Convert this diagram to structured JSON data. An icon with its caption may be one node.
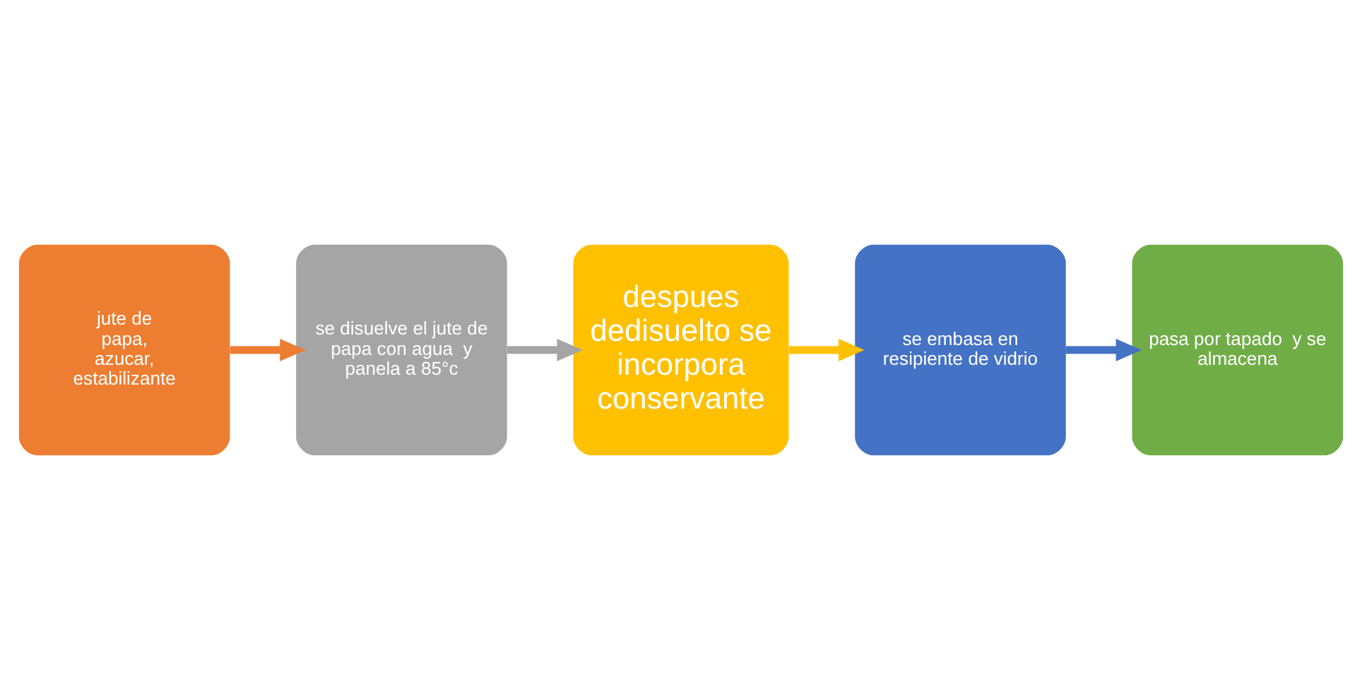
{
  "diagram": {
    "nodes": [
      {
        "text": [
          "jute de papa, azucar, estabilizante"
        ]
      },
      {
        "text": [
          "se disuelve el jute de papa con agua  y panela a 85°c"
        ]
      },
      {
        "text": [
          "despues dedisuelto se incorpora conservante"
        ]
      },
      {
        "text": [
          "se embasa en resipiente de vidrio"
        ]
      },
      {
        "text": [
          "pasa por tapado  y se almacena"
        ]
      }
    ],
    "edges": [
      {
        "from": 0,
        "to": 1,
        "arrow": "to",
        "color": "#ed7d31"
      },
      {
        "from": 1,
        "to": 2,
        "arrow": "to",
        "color": "#a5a5a5"
      },
      {
        "from": 2,
        "to": 3,
        "arrow": "to",
        "color": "#ffc000"
      },
      {
        "from": 3,
        "to": 4,
        "arrow": "to",
        "color": "#4472c4"
      }
    ]
  }
}
